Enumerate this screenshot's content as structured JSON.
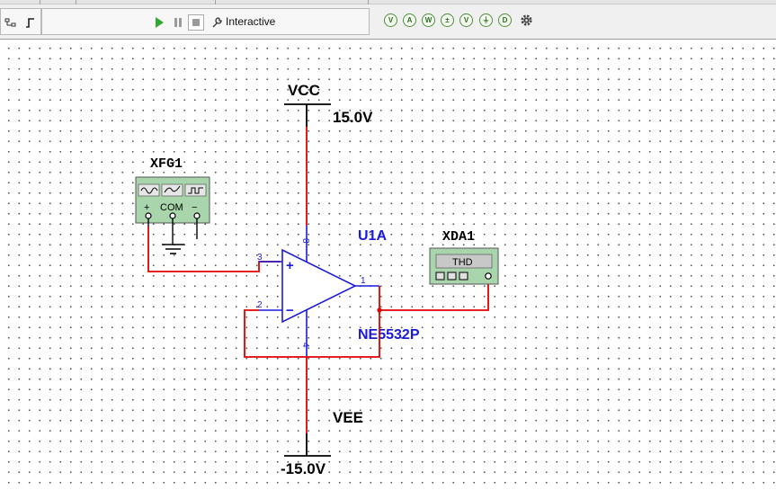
{
  "toolbar": {
    "simulate_mode_label": "Interactive",
    "run_icon": "play-icon",
    "pause_icon": "pause-icon",
    "stop_icon": "stop-icon",
    "mode_icon": "wrench-icon",
    "probe_letters": [
      "V",
      "A",
      "W",
      "",
      "",
      "",
      ""
    ]
  },
  "schematic": {
    "vcc_label": "VCC",
    "vcc_value": "15.0V",
    "vee_label": "VEE",
    "vee_value": "-15.0V",
    "generator_label": "XFG1",
    "generator_plus": "+",
    "generator_com": "COM",
    "generator_minus": "−",
    "opamp_ref": "U1A",
    "opamp_part": "NE5532P",
    "analyzer_label": "XDA1",
    "analyzer_screen": "THD",
    "pin_noninverting": "3",
    "pin_inverting": "2",
    "pin_output": "1",
    "pin_vplus": "8",
    "pin_vminus": "4",
    "plus_sign": "+",
    "minus_sign": "−"
  },
  "colors": {
    "wire": "#e00000",
    "component": "#1a1adc",
    "instrument_body": "#a8d5ab",
    "grid_dot": "#5a5a5a"
  }
}
